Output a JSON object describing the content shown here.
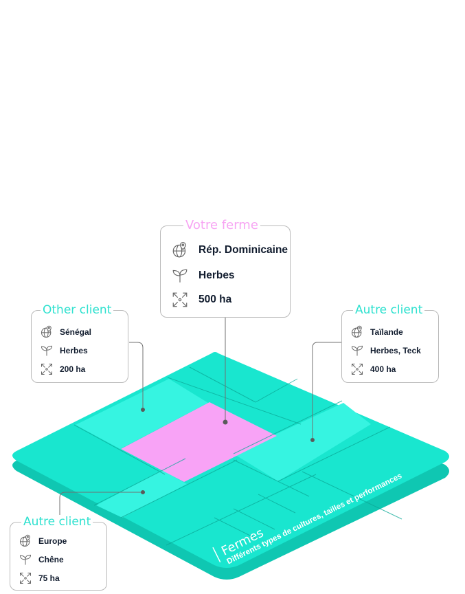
{
  "colors": {
    "platform": "#19e6cf",
    "platform_edge": "#0fc7b2",
    "field_light": "#36f4e1",
    "highlight": "#f8a3f6",
    "accent_cyan": "#2ee1cf",
    "accent_pink": "#f7a4f3",
    "text_dark": "#111c2e"
  },
  "icons": {
    "location": "globe-pin-icon",
    "crop": "sprout-icon",
    "area": "expand-arrows-icon"
  },
  "platform": {
    "label_title": "Fermes",
    "label_subtitle": "Différents types de cultures, tailles et performances"
  },
  "cards": {
    "center": {
      "title": "Votre ferme",
      "location": "Rép. Dominicaine",
      "crop": "Herbes",
      "area": "500 ha"
    },
    "left": {
      "title": "Other client",
      "location": "Sénégal",
      "crop": "Herbes",
      "area": "200 ha"
    },
    "right": {
      "title": "Autre client",
      "location": "Taïlande",
      "crop": "Herbes, Teck",
      "area": "400 ha"
    },
    "bottom": {
      "title": "Autre client",
      "location": "Europe",
      "crop": "Chêne",
      "area": "75 ha"
    }
  }
}
